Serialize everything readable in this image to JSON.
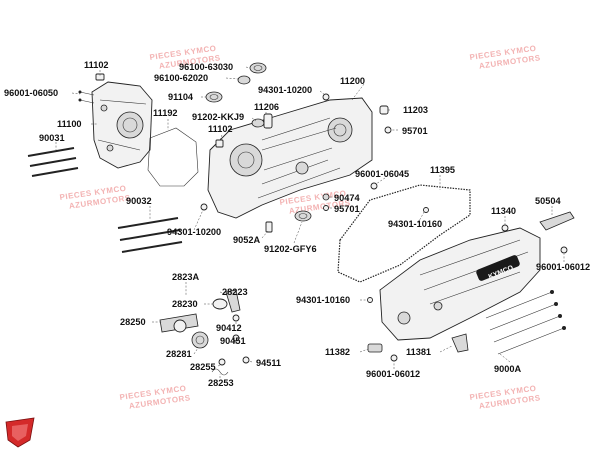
{
  "diagram": {
    "labels": [
      {
        "id": "p11102a",
        "text": "11102"
      },
      {
        "id": "p96001_06050",
        "text": "96001-06050"
      },
      {
        "id": "p11100",
        "text": "11100"
      },
      {
        "id": "p90031",
        "text": "90031"
      },
      {
        "id": "p11192",
        "text": "11192"
      },
      {
        "id": "p96100_63030",
        "text": "96100-63030"
      },
      {
        "id": "p96100_62020",
        "text": "96100-62020"
      },
      {
        "id": "p91104",
        "text": "91104"
      },
      {
        "id": "p91202_kkj9",
        "text": "91202-KKJ9"
      },
      {
        "id": "p11102b",
        "text": "11102"
      },
      {
        "id": "p11206",
        "text": "11206"
      },
      {
        "id": "p94301_10200a",
        "text": "94301-10200"
      },
      {
        "id": "p11200",
        "text": "11200"
      },
      {
        "id": "p11203",
        "text": "11203"
      },
      {
        "id": "p95701a",
        "text": "95701"
      },
      {
        "id": "p96001_06045",
        "text": "96001-06045"
      },
      {
        "id": "p11395",
        "text": "11395"
      },
      {
        "id": "p90474",
        "text": "90474"
      },
      {
        "id": "p95701b",
        "text": "95701"
      },
      {
        "id": "p90032",
        "text": "90032"
      },
      {
        "id": "p94301_10200b",
        "text": "94301-10200"
      },
      {
        "id": "p94301_10160a",
        "text": "94301-10160"
      },
      {
        "id": "p11340",
        "text": "11340"
      },
      {
        "id": "p50504",
        "text": "50504"
      },
      {
        "id": "p9052a",
        "text": "9052A"
      },
      {
        "id": "p91202_gfy6",
        "text": "91202-GFY6"
      },
      {
        "id": "p96001_06012a",
        "text": "96001-06012"
      },
      {
        "id": "p2823a",
        "text": "2823A"
      },
      {
        "id": "p28223",
        "text": "28223"
      },
      {
        "id": "p28230",
        "text": "28230"
      },
      {
        "id": "p28250",
        "text": "28250"
      },
      {
        "id": "p90412",
        "text": "90412"
      },
      {
        "id": "p94301_10160b",
        "text": "94301-10160"
      },
      {
        "id": "p90451",
        "text": "90451"
      },
      {
        "id": "p28281",
        "text": "28281"
      },
      {
        "id": "p94511",
        "text": "94511"
      },
      {
        "id": "p28255",
        "text": "28255"
      },
      {
        "id": "p28253",
        "text": "28253"
      },
      {
        "id": "p11382",
        "text": "11382"
      },
      {
        "id": "p11381",
        "text": "11381"
      },
      {
        "id": "p96001_06012b",
        "text": "96001-06012"
      },
      {
        "id": "p9000a",
        "text": "9000A"
      }
    ],
    "brand_on_cover": "KYMCO",
    "watermark": {
      "line1": "PIECES KYMCO",
      "line2": "AZURMOTORS"
    },
    "colors": {
      "line": "#222222",
      "part_fill": "#f2f2f2",
      "watermark": "#f3b3b3",
      "logo": "#d42a2a"
    }
  }
}
